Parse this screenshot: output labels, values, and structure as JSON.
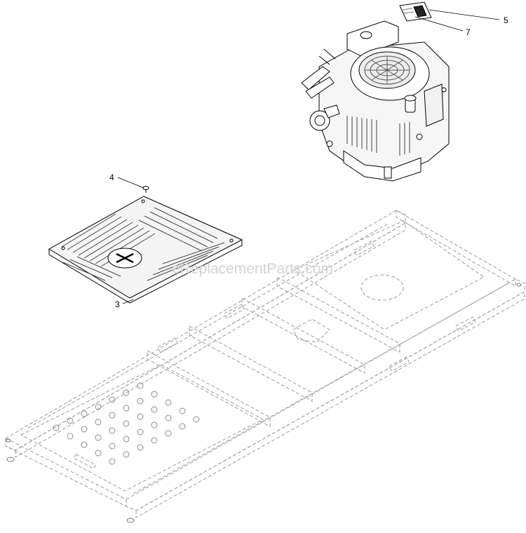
{
  "watermark": "eReplacementParts.com",
  "callouts": [
    {
      "id": "5",
      "label": "5"
    },
    {
      "id": "7",
      "label": "7"
    },
    {
      "id": "4",
      "label": "4"
    },
    {
      "id": "3",
      "label": "3"
    }
  ],
  "colors": {
    "line": "#000000",
    "dashed": "#9a9a9a",
    "watermark": "#d2d2d2",
    "background": "#ffffff"
  }
}
